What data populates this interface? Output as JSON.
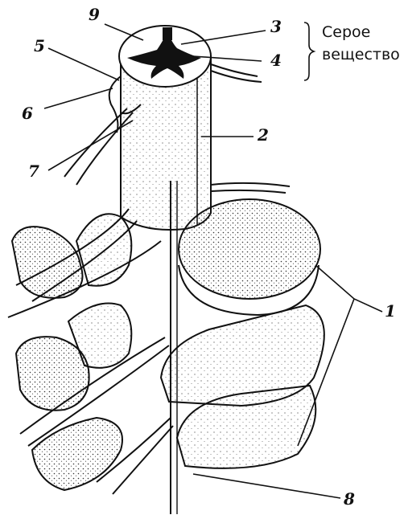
{
  "labels": {
    "n1": "1",
    "n2": "2",
    "n3": "3",
    "n4": "4",
    "n5": "5",
    "n6": "6",
    "n7": "7",
    "n8": "8",
    "n9": "9"
  },
  "gray_matter": {
    "line1": "Серое",
    "line2": "вещество"
  }
}
